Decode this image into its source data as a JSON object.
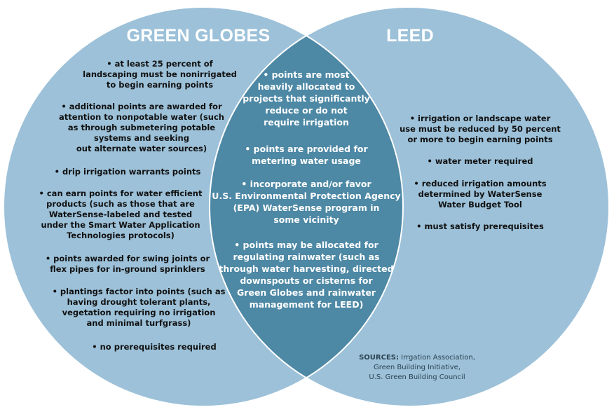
{
  "colors": {
    "left_circle": "#9cc1d9",
    "right_circle": "#9cc1d9",
    "overlap": "#4d88a5",
    "border": "#ffffff",
    "title": "#ffffff"
  },
  "left": {
    "title": "GREEN GLOBES",
    "items": [
      "• at least 25 percent of\nlandscaping must be nonirrigated\nto begin earning points",
      "• additional points are awarded for\nattention to nonpotable water (such\nas through submetering potable\nsystems and seeking\nout alternate water sources)",
      "• drip irrigation warrants points",
      "• can earn points for water efficient\nproducts (such as those that are\nWaterSense-labeled and tested\nunder the Smart Water Application\nTechnologies protocols)",
      "• points awarded for swing joints or\nflex pipes for in-ground sprinklers",
      "• plantings factor into points (such as\nhaving drought tolerant plants,\nvegetation requiring no irrigation\nand minimal turfgrass)",
      "• no prerequisites required"
    ]
  },
  "right": {
    "title": "LEED",
    "items": [
      "• irrigation or landscape water\nuse must be reduced by 50 percent\nor more to begin earning points",
      "• water meter required",
      "• reduced irrigation amounts\ndetermined by WaterSense\nWater Budget Tool",
      "• must satisfy prerequisites"
    ]
  },
  "center": {
    "items": [
      "• points are most\nheavily allocated  to\nprojects that significantly\nreduce or do not\nrequire irrigation",
      "• points are provided for\nmetering water usage",
      "• incorporate and/or favor\nU.S. Environmental Protection Agency\n(EPA) WaterSense program in\nsome vicinity",
      "• points may be allocated for\nregulating rainwater (such as\nthrough water harvesting, directed\ndownspouts or cisterns for\nGreen Globes and rainwater\nmanagement for LEED)"
    ]
  },
  "sources": {
    "label": "SOURCES:",
    "line1": " Irrgation Association,",
    "line2": "Green Building Initiative,",
    "line3": "U.S. Green Building Council"
  }
}
